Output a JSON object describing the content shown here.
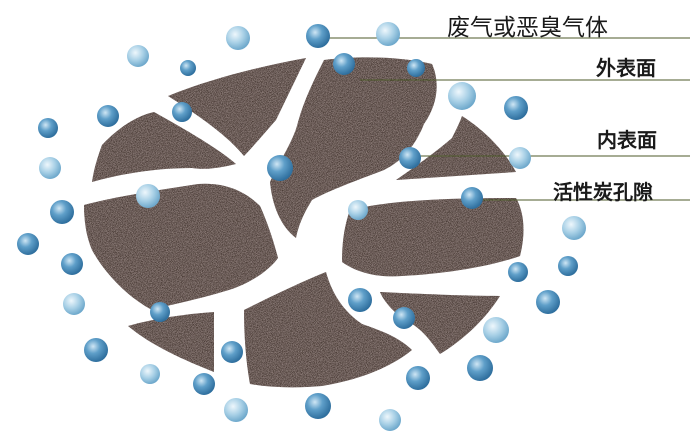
{
  "labels": {
    "gas": "废气或恶臭气体",
    "outer_surface": "外表面",
    "inner_surface": "内表面",
    "pores": "活性炭孔隙"
  },
  "colors": {
    "carbon": "#4a3a36",
    "pore_gap": "#ffffff",
    "molecule_light": "#a8d0e6",
    "molecule_dark": "#3b7fb0",
    "leader_line": "#4d5a2a"
  },
  "icons": {
    "molecule": "gas-molecule-icon",
    "particle": "activated-carbon-particle"
  }
}
